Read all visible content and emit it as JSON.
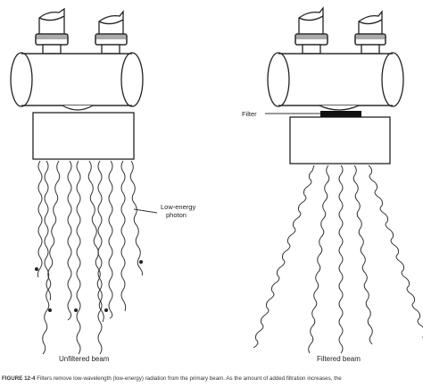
{
  "labels": {
    "low_energy_photon": [
      "Low-energy",
      "photon"
    ],
    "unfiltered_beam": "Unfiltered beam",
    "filter": "Filter",
    "filtered_beam": "Filtered beam"
  },
  "caption": {
    "figure_number": "FIGURE 12-4",
    "text": "Filters remove low-wavelength (low-energy) radiation from the primary beam. As the amount of added filtration increases, the"
  }
}
